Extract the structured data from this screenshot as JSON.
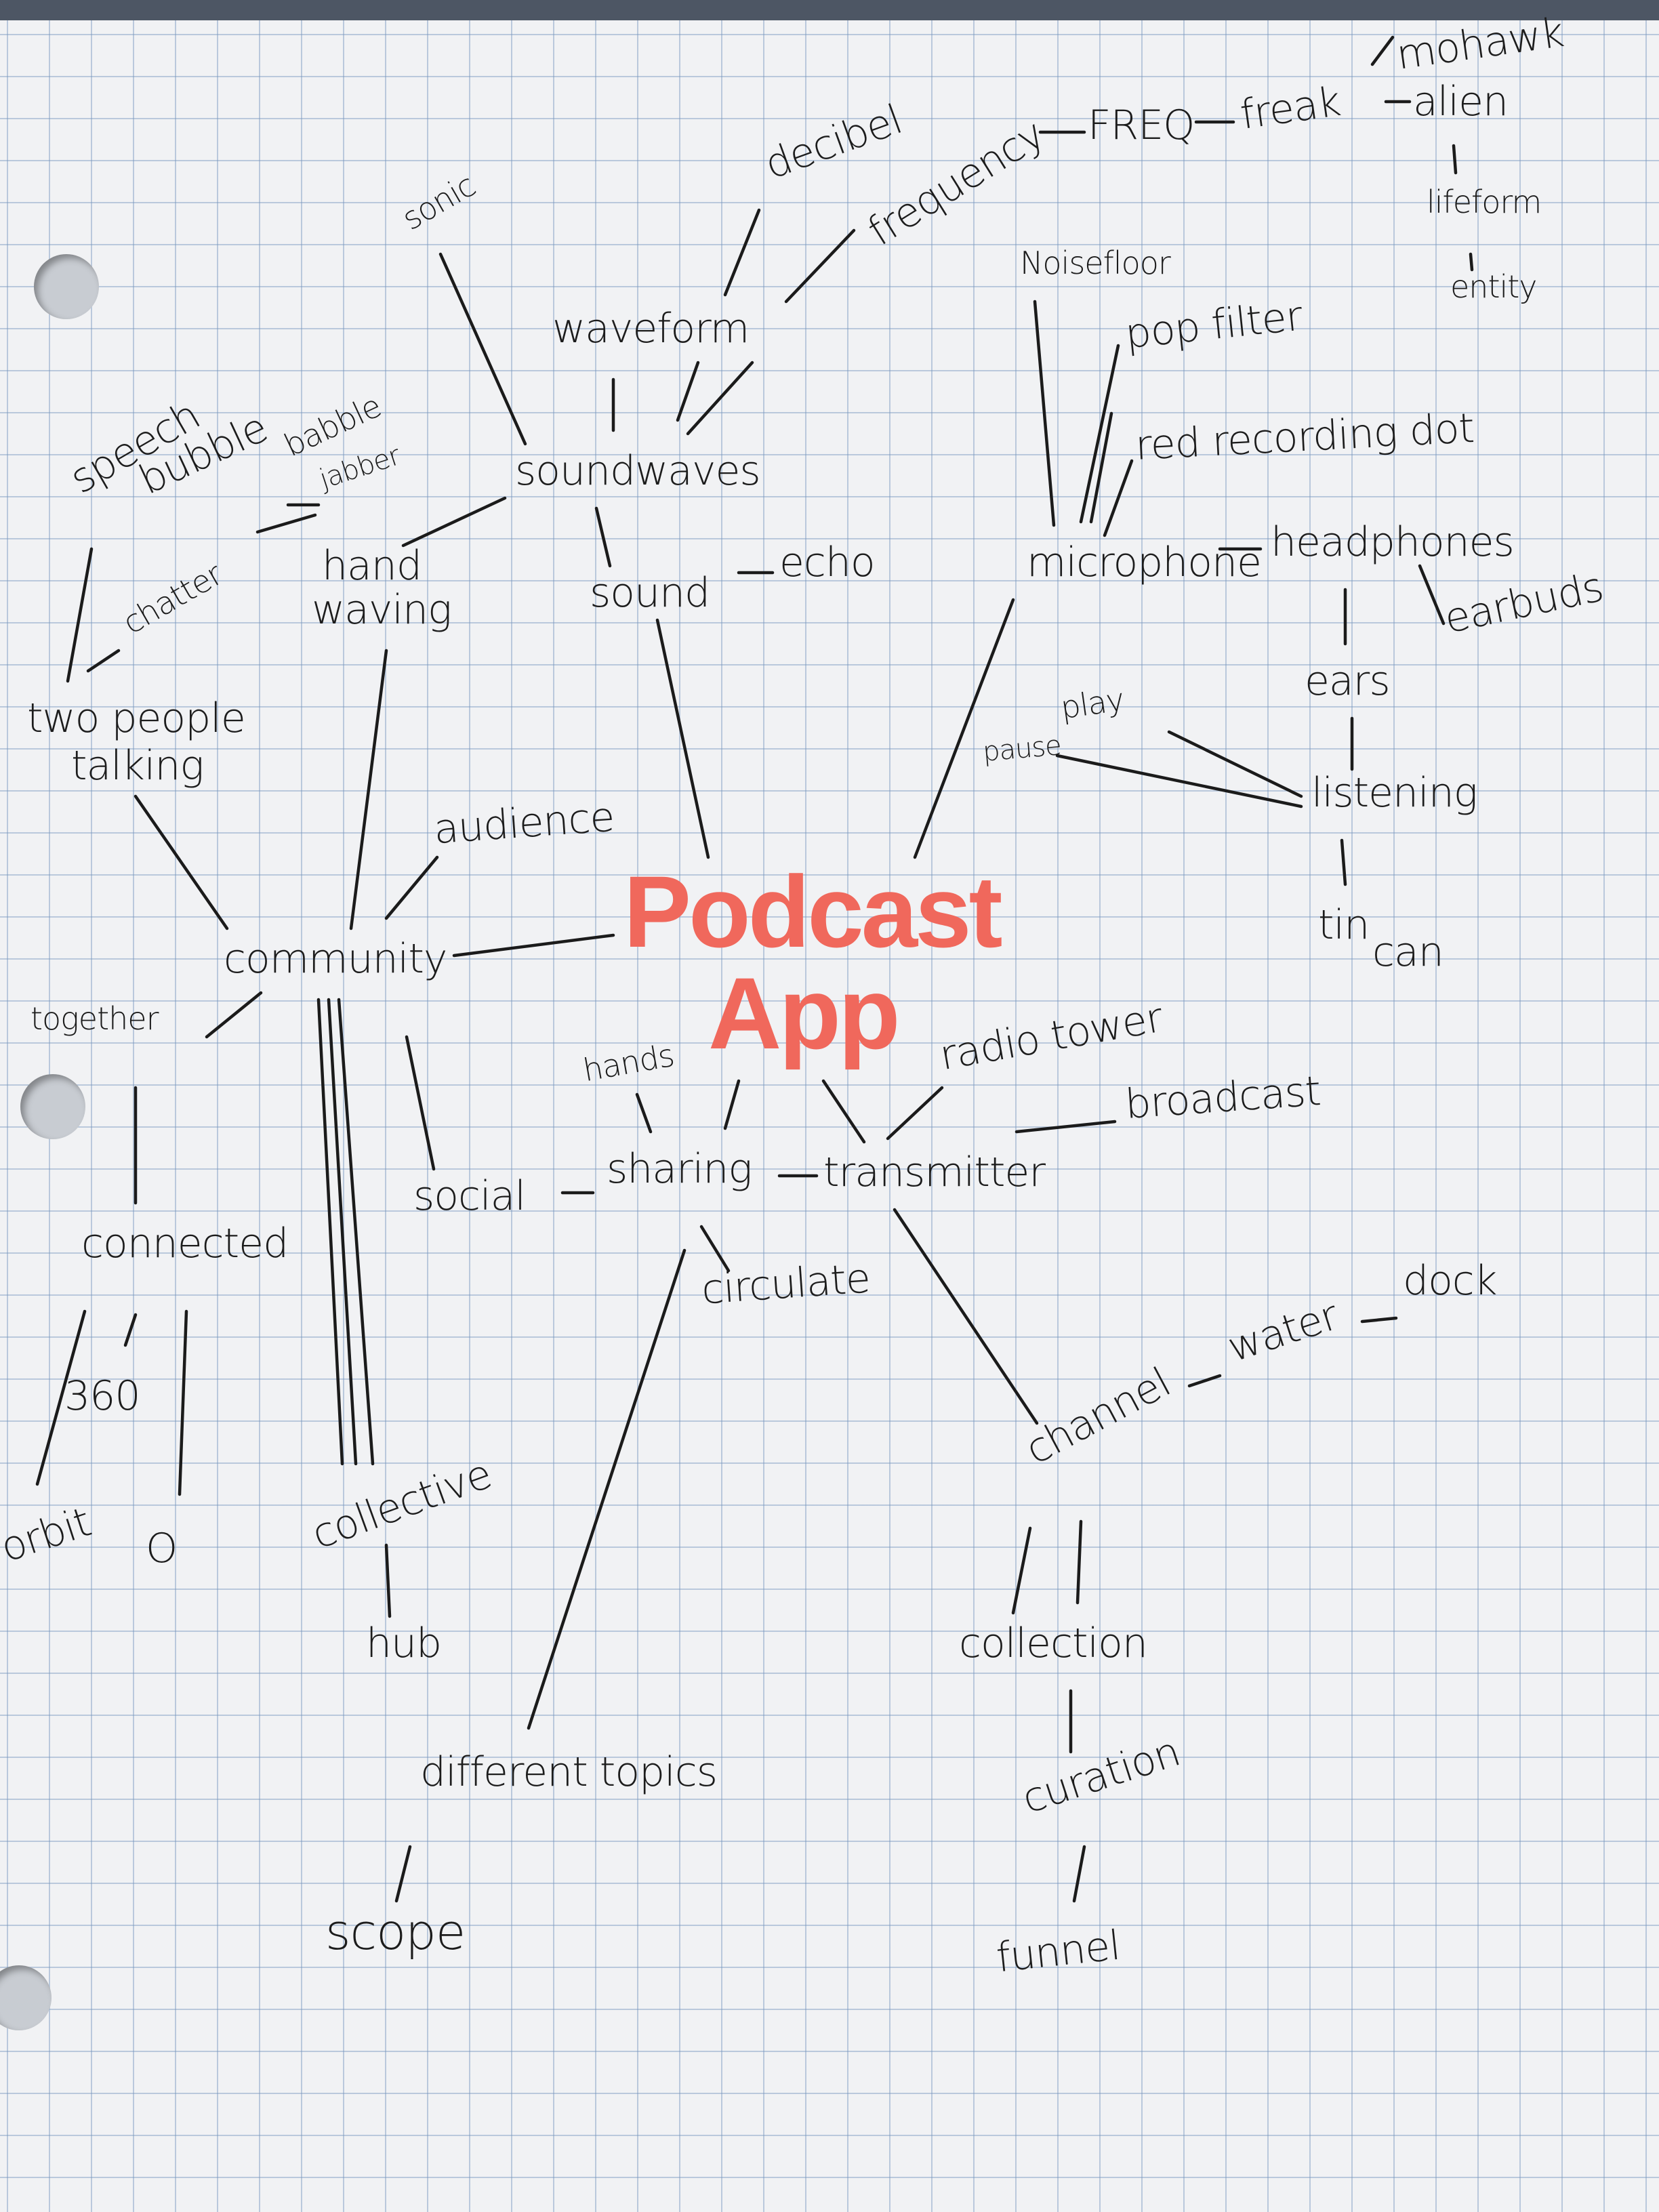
{
  "central_topic": {
    "line1": "Podcast",
    "line2": "App",
    "color": "#f0685c"
  },
  "words": {
    "sonic": "sonic",
    "decibel": "decibel",
    "frequency": "frequency",
    "freq": "FREQ",
    "freak": "freak",
    "mohawk": "mohawk",
    "alien": "alien",
    "lifeform": "lifeform",
    "entity": "entity",
    "waveform": "waveform",
    "noisefloor": "Noisefloor",
    "popfilter": "pop filter",
    "speech": "speech",
    "bubble": "bubble",
    "babble": "babble",
    "jabber": "jabber",
    "soundwaves": "soundwaves",
    "red_dot": "red recording dot",
    "chatter": "chatter",
    "hand": "hand",
    "waving": "waving",
    "sound": "sound",
    "echo": "echo",
    "microphone": "microphone",
    "headphones": "headphones",
    "earbuds": "earbuds",
    "two_people": "two people",
    "talking": "talking",
    "ears": "ears",
    "play": "play",
    "pause": "pause",
    "listening": "listening",
    "audience": "audience",
    "tin": "tin",
    "can": "can",
    "community": "community",
    "together": "together",
    "hands": "hands",
    "radio_tower": "radio tower",
    "broadcast": "broadcast",
    "social": "social",
    "sharing": "sharing",
    "transmitter": "transmitter",
    "connected": "connected",
    "circulate": "circulate",
    "water": "water",
    "dock": "dock",
    "three_sixty": "360",
    "channel": "channel",
    "orbit": "orbit",
    "zero": "O",
    "collective": "collective",
    "hub": "hub",
    "collection": "collection",
    "different_topics": "different topics",
    "curation": "curation",
    "scope": "scope",
    "funnel": "funnel"
  }
}
